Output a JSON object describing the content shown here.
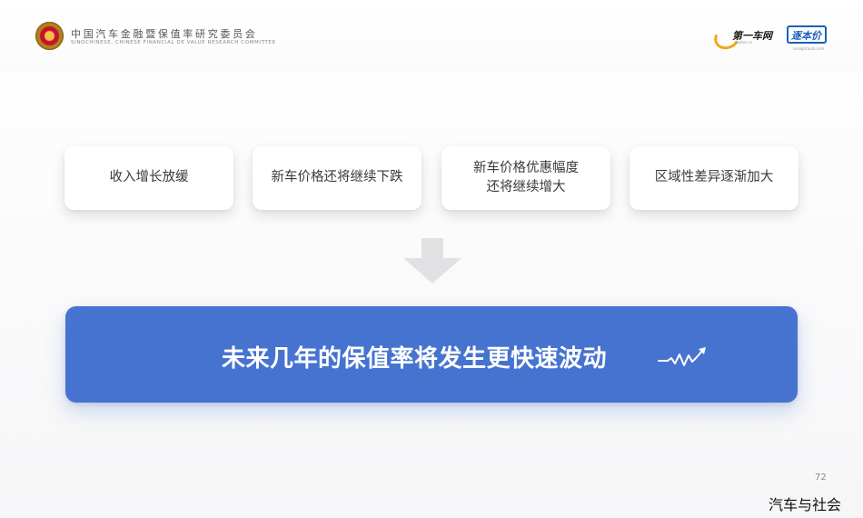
{
  "header": {
    "org_name_cn": "中国汽车金融暨保值率研究委员会",
    "org_name_en": "SINOCHINESE, CHINESE FINANCIAL DE VALUE RESEARCH COMMITTEE",
    "partner_logos": [
      {
        "text": "第一车网",
        "sub": "iautos.cn"
      },
      {
        "text": "逐本价",
        "sub": "sunlightauto.com"
      }
    ]
  },
  "factors": [
    {
      "label": "收入增长放缓"
    },
    {
      "label": "新车价格还将继续下跌"
    },
    {
      "label": "新车价格优惠幅度\n还将继续增大"
    },
    {
      "label": "区域性差异逐渐加大"
    }
  ],
  "conclusion": {
    "text": "未来几年的保值率将发生更快速波动"
  },
  "icons": {
    "arrow": "down-arrow-icon",
    "trend": "trend-wave-icon"
  },
  "colors": {
    "banner": "#4673cf",
    "arrow": "#e1e1e4",
    "card_text": "#3a3a3a"
  },
  "page_number": "72",
  "watermark": "汽车与社会"
}
